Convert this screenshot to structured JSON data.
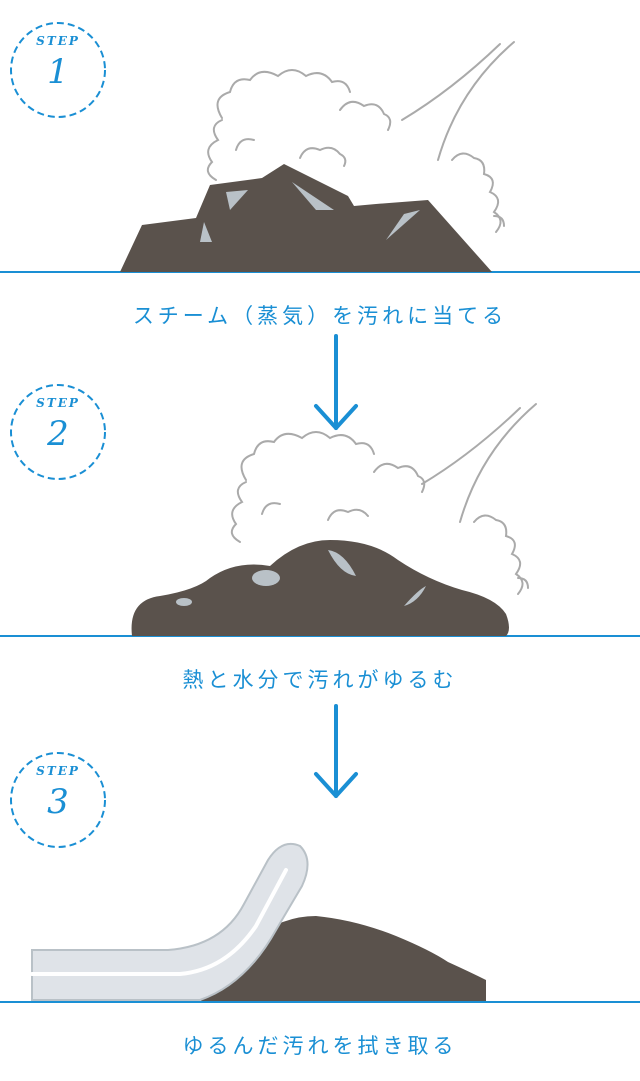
{
  "colors": {
    "accent": "#1a8fd4",
    "dirt": "#5a524c",
    "highlight": "#b9c1c7",
    "steam_line": "#aaaaaa",
    "cloth": "#dfe3e8"
  },
  "steps": [
    {
      "label": "STEP",
      "number": "1",
      "caption": "スチーム（蒸気）を汚れに当てる"
    },
    {
      "label": "STEP",
      "number": "2",
      "caption": "熱と水分で汚れがゆるむ"
    },
    {
      "label": "STEP",
      "number": "3",
      "caption": "ゆるんだ汚れを拭き取る"
    }
  ]
}
